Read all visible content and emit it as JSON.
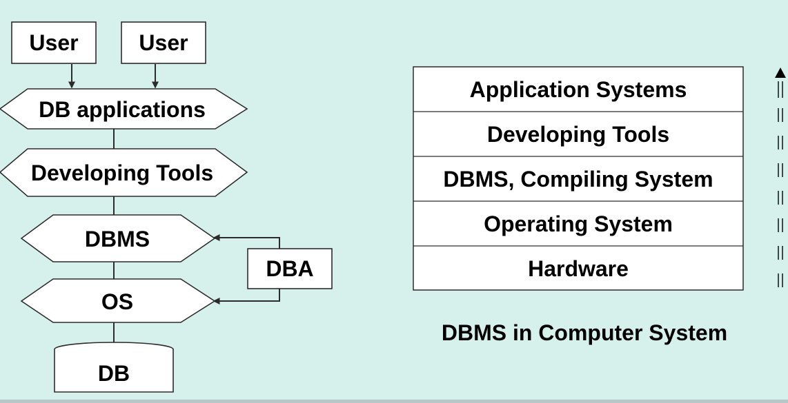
{
  "colors": {
    "background": "#d6f1ec",
    "box_fill": "#ffffff",
    "stroke": "#2b2b2b",
    "text": "#000000"
  },
  "left_diagram": {
    "user_left": "User",
    "user_right": "User",
    "db_applications": "DB applications",
    "developing_tools": "Developing Tools",
    "dbms": "DBMS",
    "os": "OS",
    "dba": "DBA",
    "db": "DB"
  },
  "right_diagram": {
    "layers": [
      "Application Systems",
      "Developing Tools",
      "DBMS, Compiling System",
      "Operating System",
      "Hardware"
    ],
    "caption": "DBMS in Computer System"
  },
  "icons": {
    "upward_arrow": "double-line-up-arrow"
  }
}
